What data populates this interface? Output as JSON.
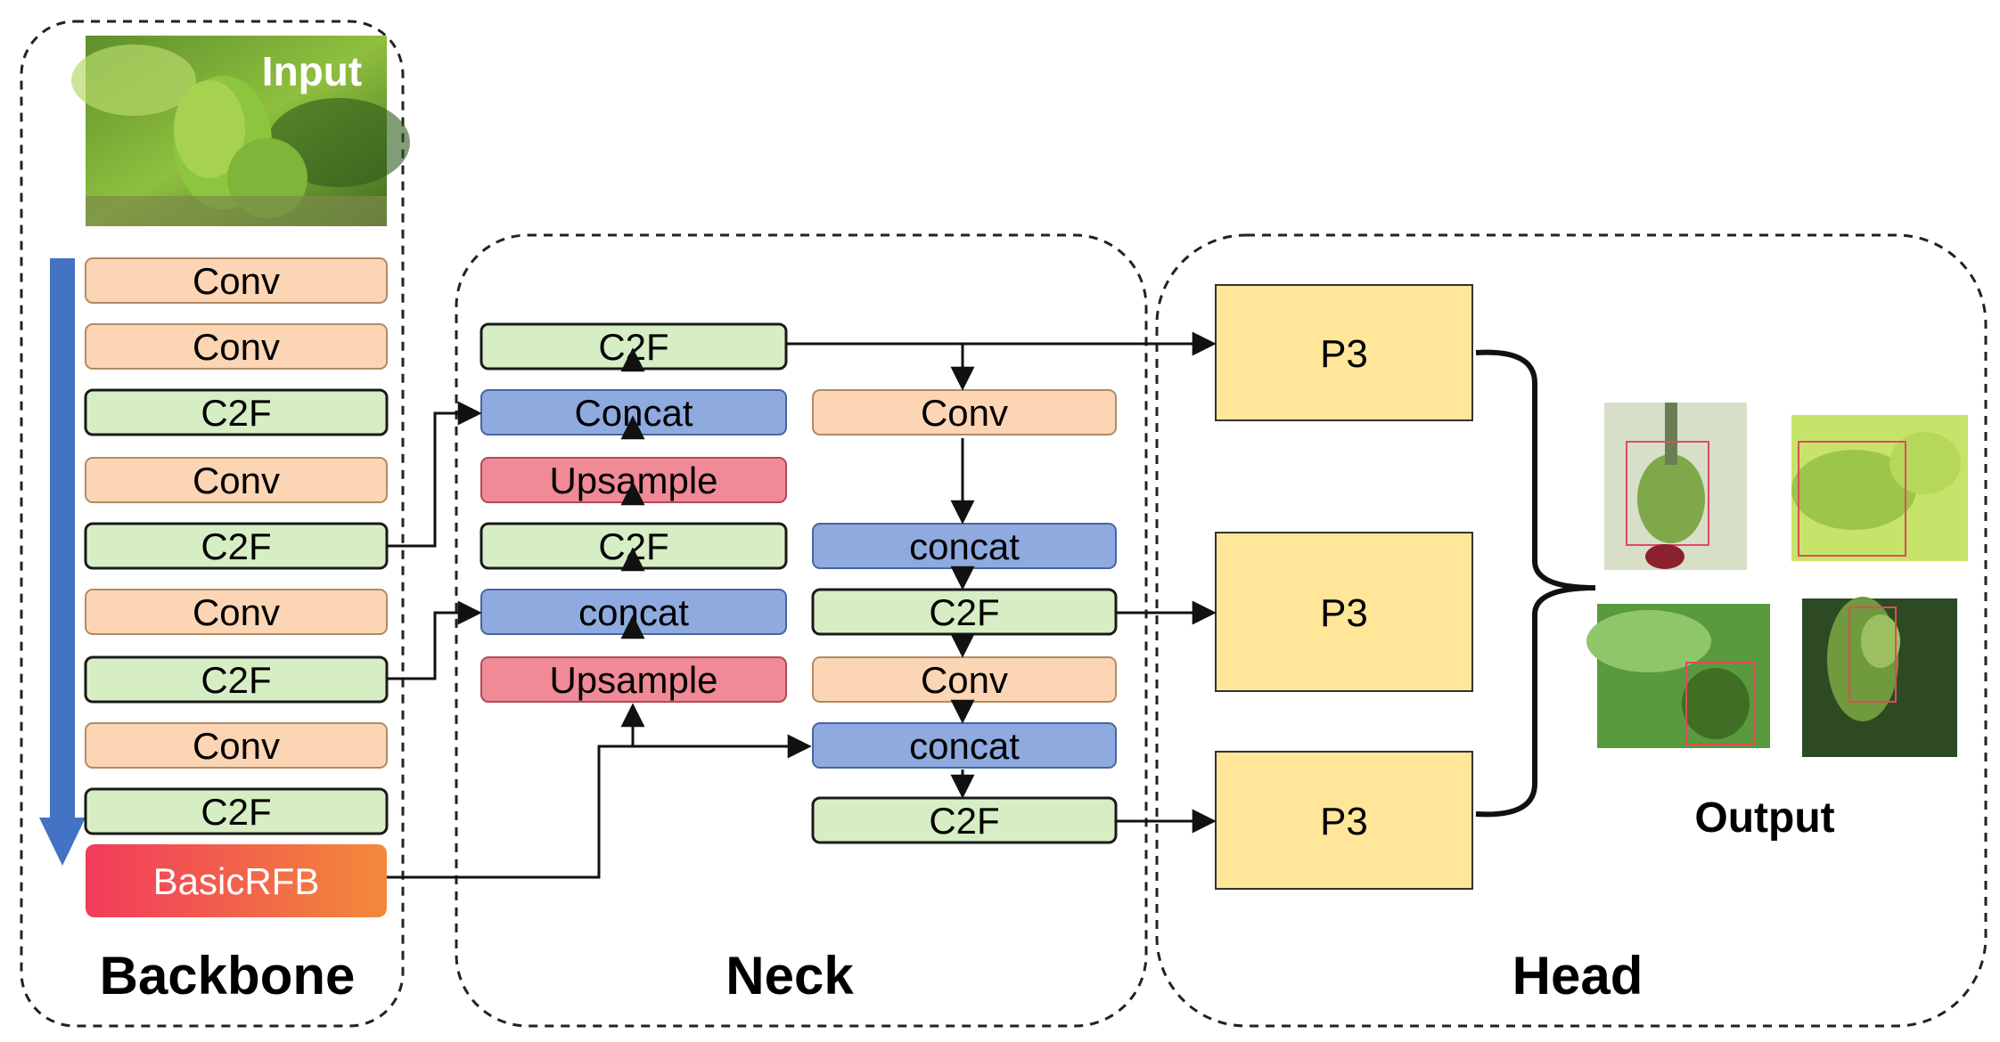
{
  "sections": {
    "backbone": "Backbone",
    "neck": "Neck",
    "head": "Head",
    "output": "Output"
  },
  "input_label": "Input",
  "backbone_blocks": [
    {
      "label": "Conv",
      "kind": "conv"
    },
    {
      "label": "Conv",
      "kind": "conv"
    },
    {
      "label": "C2F",
      "kind": "c2f"
    },
    {
      "label": "Conv",
      "kind": "conv"
    },
    {
      "label": "C2F",
      "kind": "c2f"
    },
    {
      "label": "Conv",
      "kind": "conv"
    },
    {
      "label": "C2F",
      "kind": "c2f"
    },
    {
      "label": "Conv",
      "kind": "conv"
    },
    {
      "label": "C2F",
      "kind": "c2f"
    },
    {
      "label": "BasicRFB",
      "kind": "rfb"
    }
  ],
  "neck_left": [
    {
      "label": "C2F",
      "kind": "c2f"
    },
    {
      "label": "Concat",
      "kind": "concat"
    },
    {
      "label": "Upsample",
      "kind": "upsample"
    },
    {
      "label": "C2F",
      "kind": "c2f"
    },
    {
      "label": "concat",
      "kind": "concat"
    },
    {
      "label": "Upsample",
      "kind": "upsample"
    }
  ],
  "neck_right": [
    {
      "label": "Conv",
      "kind": "conv"
    },
    {
      "label": "concat",
      "kind": "concat"
    },
    {
      "label": "C2F",
      "kind": "c2f"
    },
    {
      "label": "Conv",
      "kind": "conv"
    },
    {
      "label": "concat",
      "kind": "concat"
    },
    {
      "label": "C2F",
      "kind": "c2f"
    }
  ],
  "head_blocks": [
    {
      "label": "P3"
    },
    {
      "label": "P3"
    },
    {
      "label": "P3"
    }
  ],
  "colors": {
    "conv": "#fcd5b4",
    "c2f": "#d7eec5",
    "concat": "#8eaadf",
    "upsample": "#ef8a96",
    "head": "#ffe699",
    "rfb_start": "#f23a5c",
    "rfb_end": "#f28a3a",
    "flow_arrow": "#4472c4"
  }
}
